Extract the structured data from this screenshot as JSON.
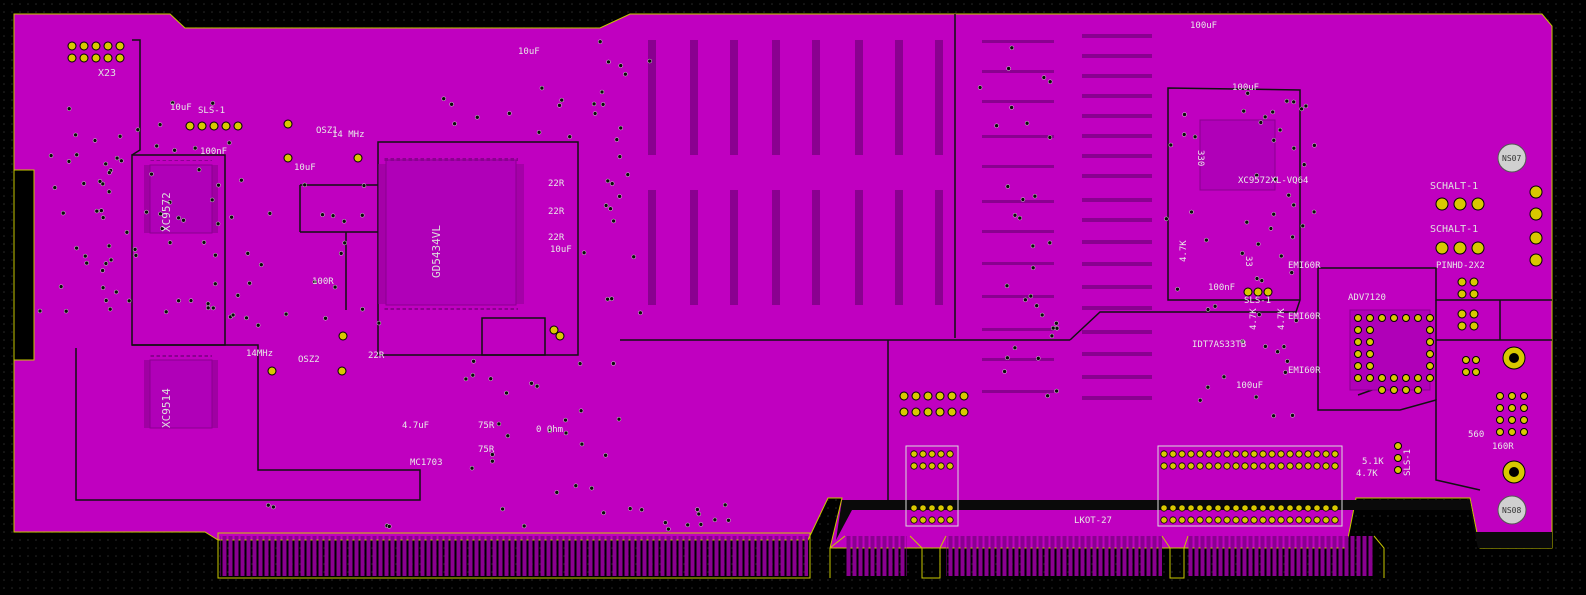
{
  "board": {
    "colors": {
      "background": "#000000",
      "copper": "#c000c0",
      "copper_dark": "#8a0090",
      "trace": "#141414",
      "pad": "#d8c800",
      "silk": "#e6e6e6",
      "edge": "#c8c800"
    }
  },
  "labels": {
    "x23": "X23",
    "cap_100uf_top": "100uF",
    "cap_10uf_top": "10uF",
    "cap_10u_left": "10uF",
    "sls1_a": "SLS-1",
    "osz1": "OSZ1",
    "freq_mhz": "14 MHz",
    "cap_100nf": "100nF",
    "cap_10uf_mid": "10uF",
    "ic_gd5434": "GD5434VL",
    "res_22r_1": "22R",
    "res_22r_2": "22R",
    "res_22r_3": "22R",
    "cap_10uf_right": "10uF",
    "res_100r": "100R",
    "res_22r_4": "22R",
    "ic_xc9572": "XC9572",
    "ic_xc9514": "XC9514",
    "osz2": "OSZ2",
    "cap_4u7": "4.7uF",
    "mc1703": "MC1703",
    "ohm_0": "0 Ohm",
    "res_75r_1": "75R",
    "res_75r_2": "75R",
    "c_14mhz": "14MHz",
    "cap_100uf_right": "100uF",
    "cap_100nf_r": "100nF",
    "xc9_label": "XC9572XL-VQ64",
    "u_33": "33",
    "r_4k7_a": "4.7K",
    "r_4k7_b": "4.7K",
    "r_4k7_c": "4.7K",
    "r_330": "330",
    "sls1_b": "SLS-1",
    "idt": "IDT7AS33TB",
    "cap_100uf_b": "100uF",
    "ferrite_1": "EMI60R",
    "ferrite_2": "EMI60R",
    "ferrite_3": "EMI60R",
    "adv7120": "ADV7120",
    "pin_header": "PINHD-2X2",
    "schalt_1": "SCHALT-1",
    "schalt_2": "SCHALT-1",
    "ns07": "NS07",
    "ns08": "NS08",
    "r_560": "560",
    "r_160": "160R",
    "r_4k7_d": "4.7K",
    "sls1_c": "SLS-1",
    "r_5k": "5.1K",
    "lkot": "LKOT-27"
  }
}
